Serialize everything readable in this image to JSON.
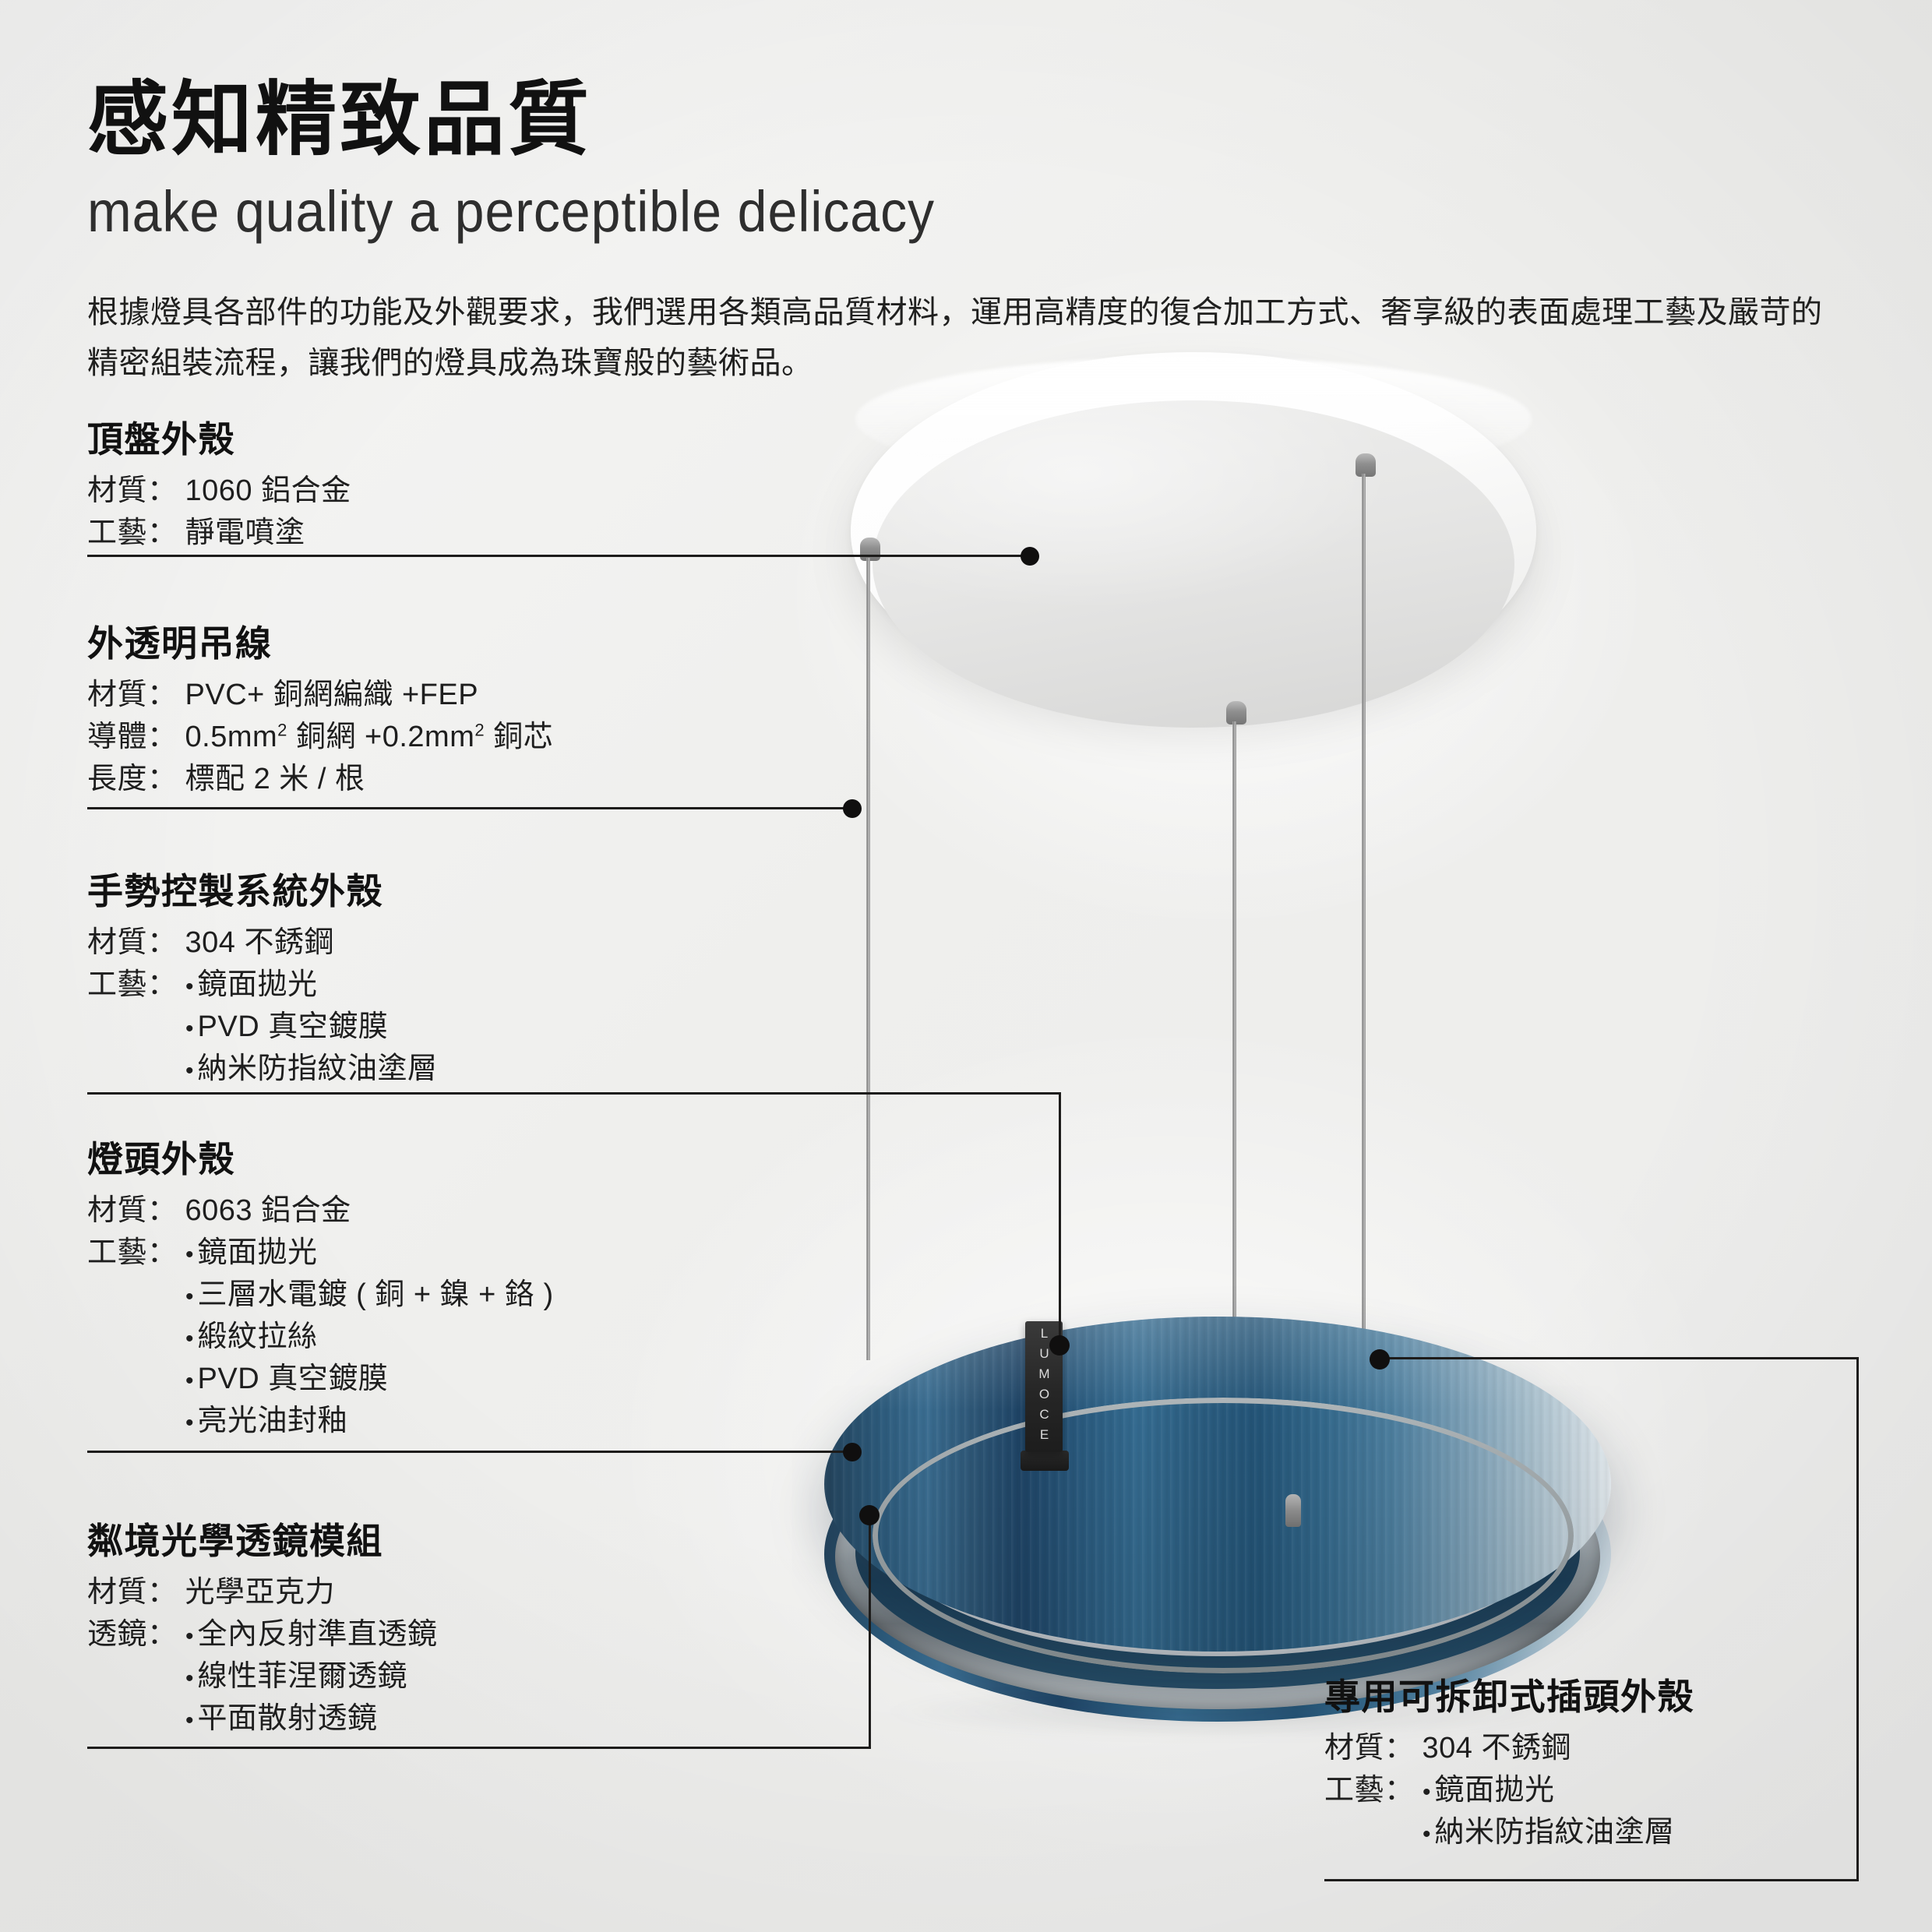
{
  "header": {
    "title": "感知精致品質",
    "subtitle": "make quality a perceptible delicacy",
    "description": "根據燈具各部件的功能及外觀要求，我們選用各類高品質材料，運用高精度的復合加工方式、奢享級的表面處理工藝及嚴苛的精密組裝流程，讓我們的燈具成為珠寶般的藝術品。"
  },
  "product": {
    "brand_badge": "LUMOCE",
    "canopy_name": "ceiling-canopy-disc",
    "ring_name": "blue-ring-pendant-lamp"
  },
  "colors": {
    "background": "#f2f2f0",
    "ring_blue": "#2b5c80",
    "ring_blue_dark": "#1e4466",
    "ring_highlight": "#cbd8e0",
    "chrome": "#9aa1a4",
    "text": "#1b1b1b",
    "rule": "#22201f"
  },
  "specs": [
    {
      "id": "canopy-housing",
      "title": "頂盤外殼",
      "rows": [
        {
          "label": "材質：",
          "value": "1060 鋁合金"
        },
        {
          "label": "工藝：",
          "value": "靜電噴塗"
        }
      ]
    },
    {
      "id": "transparent-suspension-cable",
      "title": "外透明吊線",
      "rows": [
        {
          "label": "材質：",
          "value": "PVC+ 銅網編織 +FEP"
        },
        {
          "label": "導體：",
          "value_html": "0.5mm<sup>2</sup> 銅網 +0.2mm<sup>2</sup> 銅芯"
        },
        {
          "label": "長度：",
          "value": "標配 2 米 / 根"
        }
      ]
    },
    {
      "id": "gesture-control-housing",
      "title": "手勢控製系統外殼",
      "rows": [
        {
          "label": "材質：",
          "value": "304 不銹鋼"
        }
      ],
      "bullet_label": "工藝：",
      "bullets": [
        "鏡面拋光",
        "PVD 真空鍍膜",
        "納米防指紋油塗層"
      ]
    },
    {
      "id": "lamp-head-housing",
      "title": "燈頭外殼",
      "rows": [
        {
          "label": "材質：",
          "value": "6063 鋁合金"
        }
      ],
      "bullet_label": "工藝：",
      "bullets": [
        "鏡面拋光",
        "三層水電鍍 ( 銅 + 鎳 + 鉻 )",
        "緞紋拉絲",
        "PVD 真空鍍膜",
        "亮光油封釉"
      ]
    },
    {
      "id": "optical-lens-module",
      "title": "粼境光學透鏡模組",
      "rows": [
        {
          "label": "材質：",
          "value": "光學亞克力"
        }
      ],
      "bullet_label": "透鏡：",
      "bullets": [
        "全內反射準直透鏡",
        "線性菲涅爾透鏡",
        "平面散射透鏡"
      ]
    },
    {
      "id": "detachable-plug-housing",
      "title": "專用可拆卸式插頭外殼",
      "rows": [
        {
          "label": "材質：",
          "value": "304 不銹鋼"
        }
      ],
      "bullet_label": "工藝：",
      "bullets": [
        "鏡面拋光",
        "納米防指紋油塗層"
      ]
    }
  ]
}
